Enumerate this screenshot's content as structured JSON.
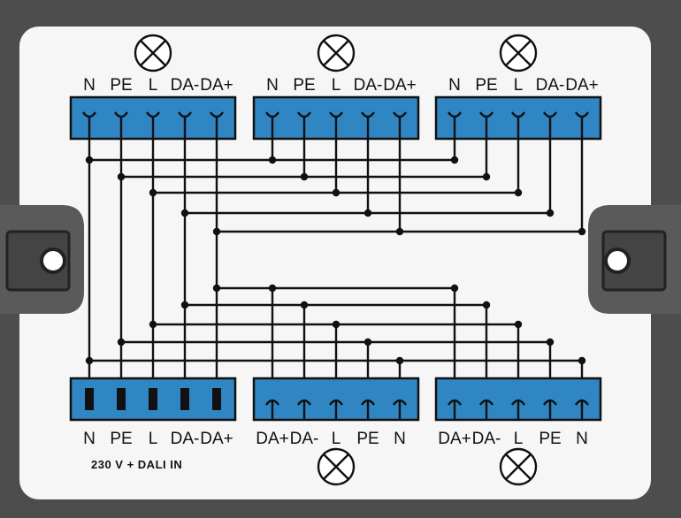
{
  "diagram": {
    "colors": {
      "frame": "#4d4d4d",
      "panel": "#f6f6f6",
      "block": "#2f86c3",
      "wire": "#111111"
    },
    "top_blocks": [
      {
        "labels": [
          "N",
          "PE",
          "L",
          "DA-",
          "DA+"
        ],
        "lamp": "lamp-icon"
      },
      {
        "labels": [
          "N",
          "PE",
          "L",
          "DA-",
          "DA+"
        ],
        "lamp": "lamp-icon"
      },
      {
        "labels": [
          "N",
          "PE",
          "L",
          "DA-",
          "DA+"
        ],
        "lamp": "lamp-icon"
      }
    ],
    "bottom_blocks": [
      {
        "labels": [
          "N",
          "PE",
          "L",
          "DA-",
          "DA+"
        ],
        "caption": "230 V + DALI IN"
      },
      {
        "labels": [
          "DA+",
          "DA-",
          "L",
          "PE",
          "N"
        ],
        "lamp": "lamp-icon"
      },
      {
        "labels": [
          "DA+",
          "DA-",
          "L",
          "PE",
          "N"
        ],
        "lamp": "lamp-icon"
      }
    ]
  }
}
